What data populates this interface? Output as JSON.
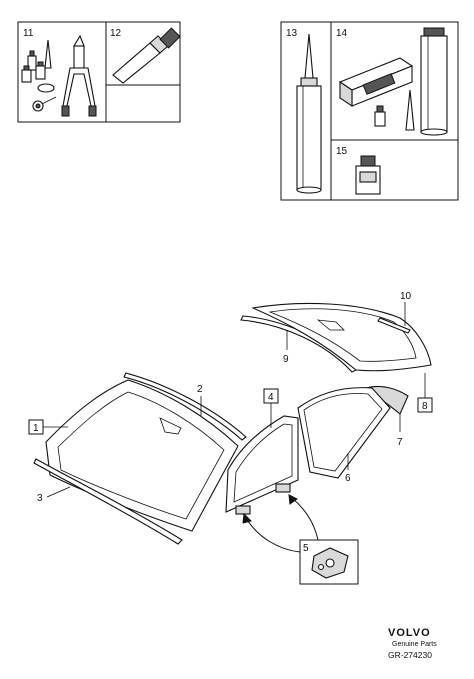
{
  "callouts": {
    "c1": "1",
    "c2": "2",
    "c3": "3",
    "c4": "4",
    "c5": "5",
    "c6": "6",
    "c7": "7",
    "c8": "8",
    "c9": "9",
    "c10": "10",
    "c11": "11",
    "c12": "12",
    "c13": "13",
    "c14": "14",
    "c15": "15"
  },
  "footer": {
    "brand": "VOLVO",
    "subtitle": "Genuine Parts",
    "reference": "GR-274230"
  }
}
